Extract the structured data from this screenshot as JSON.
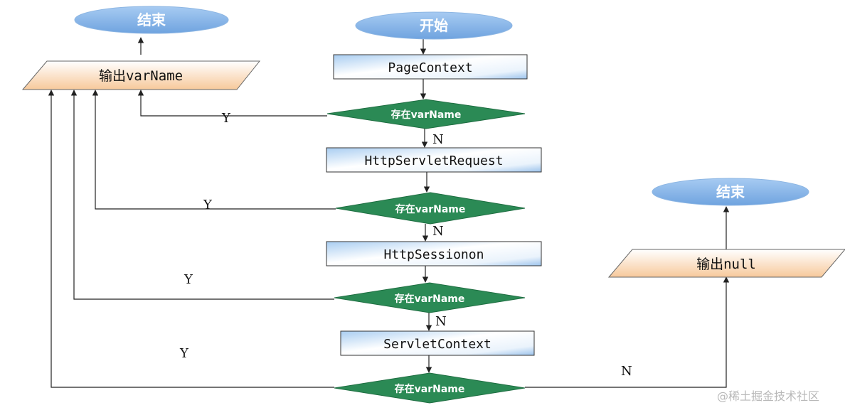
{
  "terminals": {
    "start": "开始",
    "end_found": "结束",
    "end_null": "结束"
  },
  "processes": {
    "page_context": "PageContext",
    "http_servlet_request": "HttpServletRequest",
    "http_session": "HttpSessionon",
    "servlet_context": "ServletContext"
  },
  "decisions": {
    "d1": "存在varName",
    "d2": "存在varName",
    "d3": "存在varName",
    "d4": "存在varName"
  },
  "outputs": {
    "var_name": "输出varName",
    "null": "输出null"
  },
  "edge_labels": {
    "d1_yes": "Y",
    "d1_no": "N",
    "d2_yes": "Y",
    "d2_no": "N",
    "d3_yes": "Y",
    "d3_no": "N",
    "d4_yes": "Y",
    "d4_no": "N"
  },
  "watermark": "@稀土掘金技术社区",
  "colors": {
    "terminal_fill": "#87b5e8",
    "process_fill": "#d2e5f8",
    "decision_fill": "#2b8a55",
    "output_fill": "#f9d8b6"
  }
}
